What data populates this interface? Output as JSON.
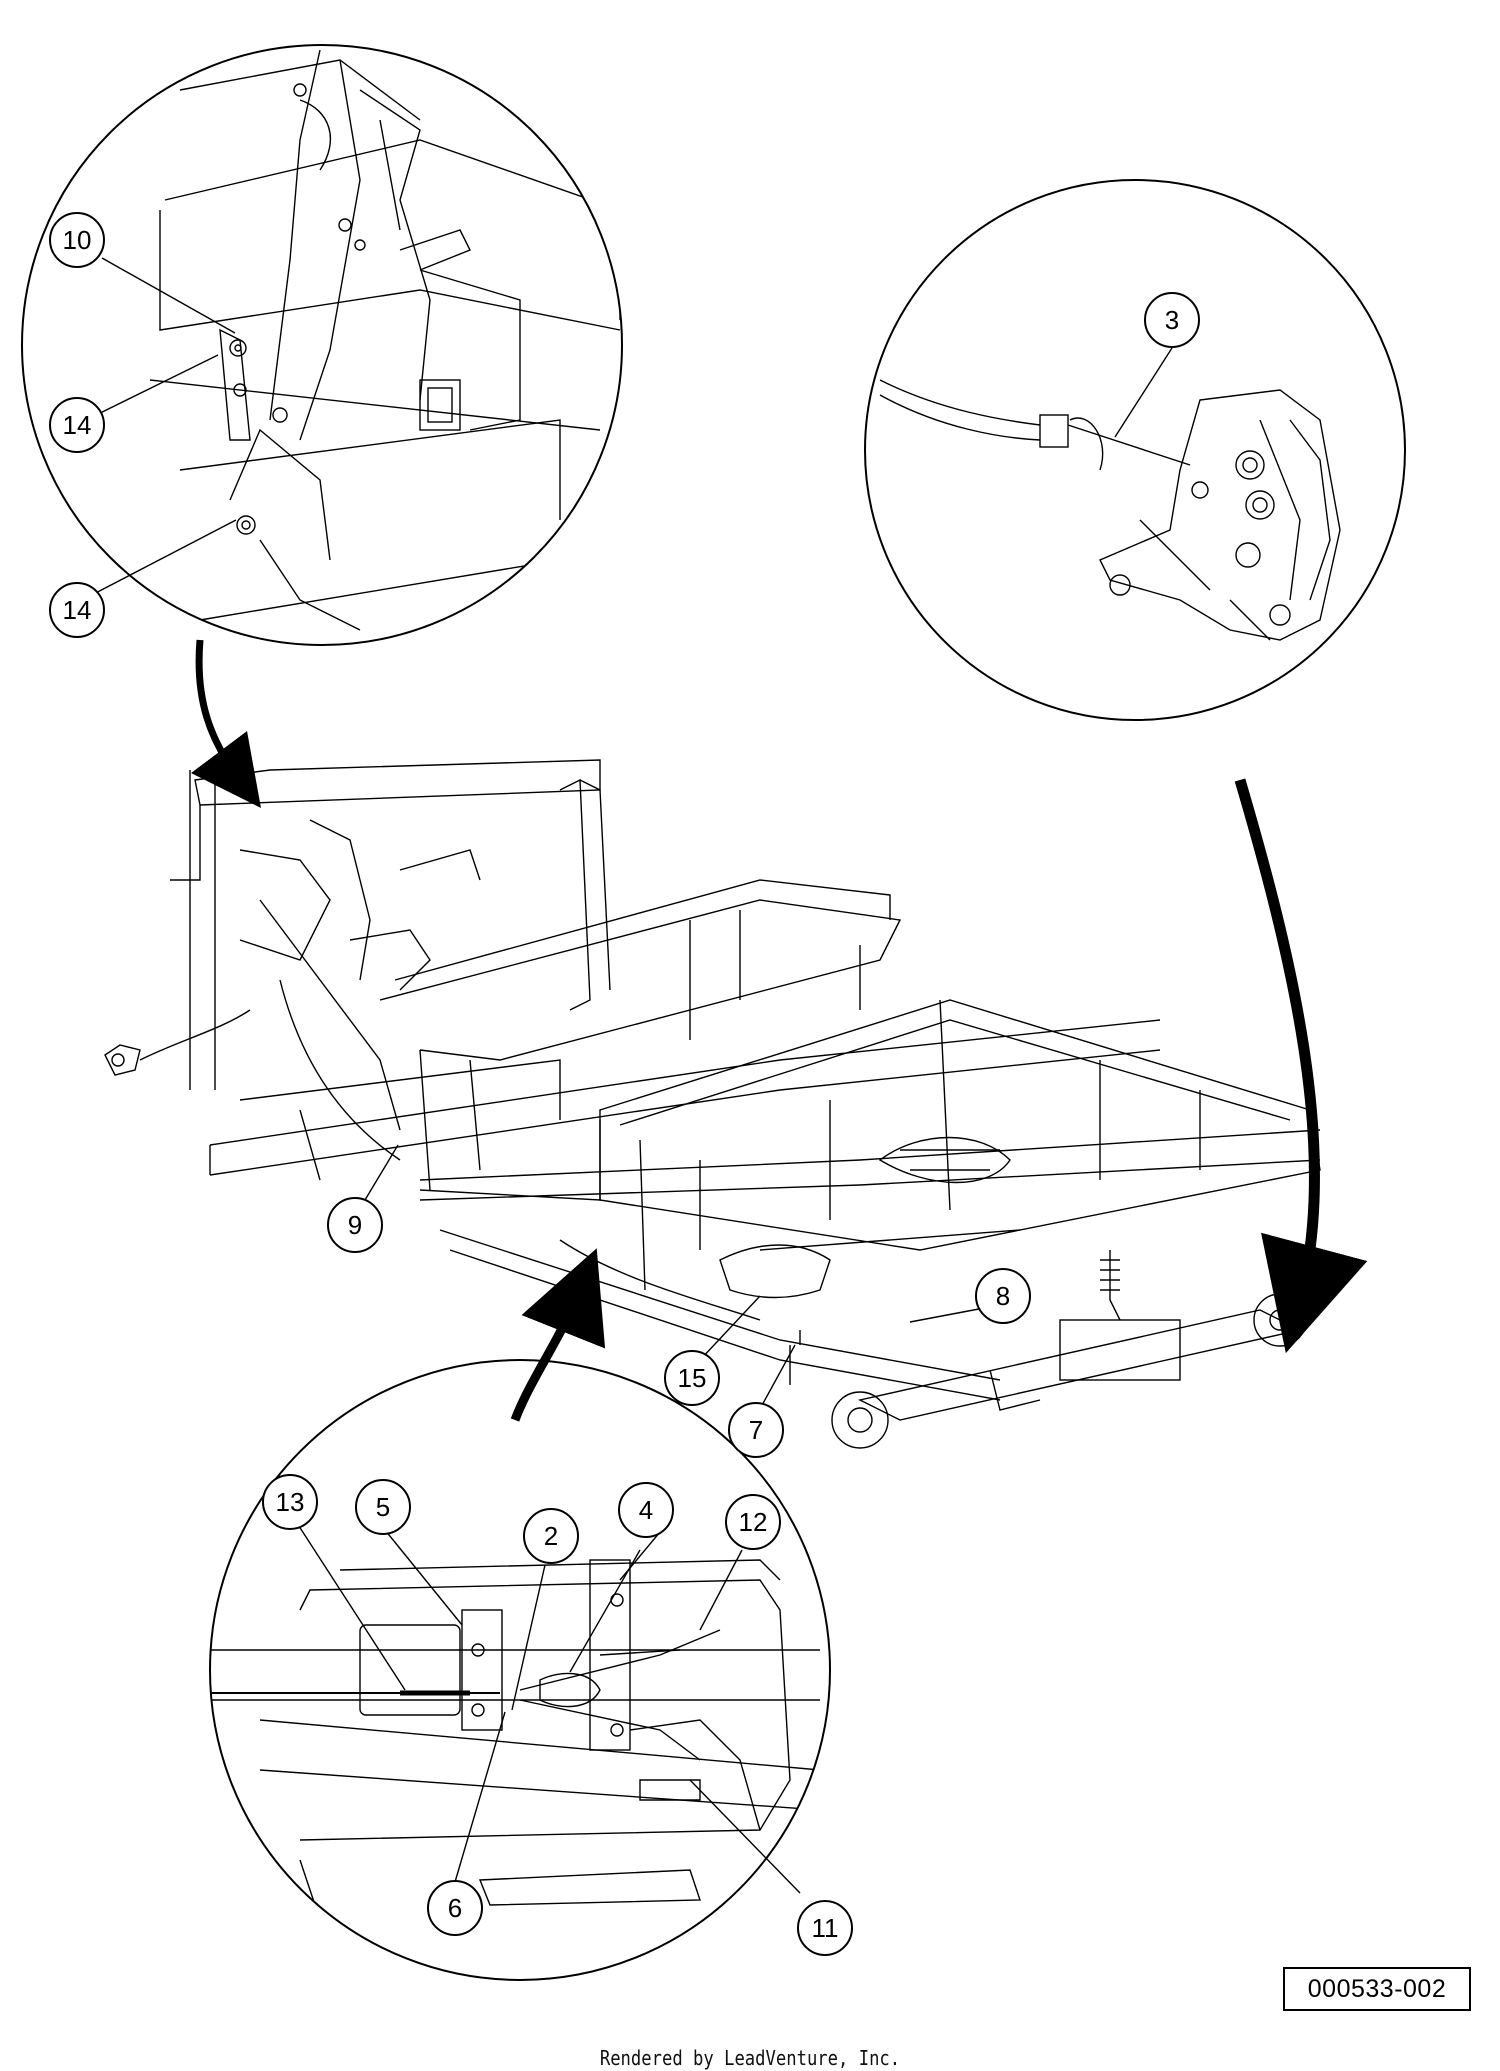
{
  "diagram": {
    "callouts": [
      {
        "key": "c10",
        "label": "10"
      },
      {
        "key": "c14a",
        "label": "14"
      },
      {
        "key": "c14b",
        "label": "14"
      },
      {
        "key": "c3",
        "label": "3"
      },
      {
        "key": "c9",
        "label": "9"
      },
      {
        "key": "c8",
        "label": "8"
      },
      {
        "key": "c15",
        "label": "15"
      },
      {
        "key": "c7",
        "label": "7"
      },
      {
        "key": "c13",
        "label": "13"
      },
      {
        "key": "c5",
        "label": "5"
      },
      {
        "key": "c2",
        "label": "2"
      },
      {
        "key": "c4",
        "label": "4"
      },
      {
        "key": "c12",
        "label": "12"
      },
      {
        "key": "c6",
        "label": "6"
      },
      {
        "key": "c11",
        "label": "11"
      }
    ],
    "reference_number": "000533-002"
  },
  "footer": {
    "text": "Rendered by LeadVenture, Inc."
  }
}
